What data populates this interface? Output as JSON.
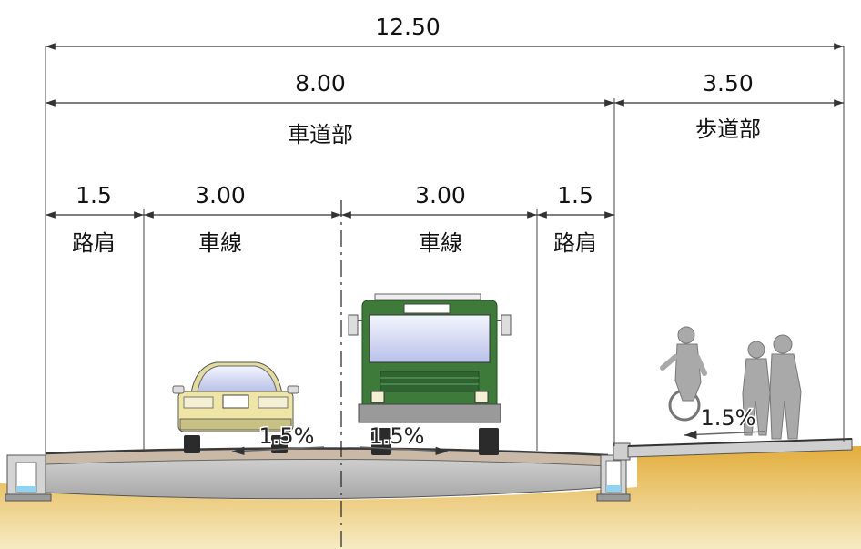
{
  "dimensions": {
    "total": "12.50",
    "carriageway": "8.00",
    "sidewalk": "3.50",
    "shoulder_left": "1.5",
    "lane_left": "3.00",
    "lane_right": "3.00",
    "shoulder_right": "1.5"
  },
  "labels": {
    "carriageway": "車道部",
    "sidewalk": "歩道部",
    "shoulder_left": "路肩",
    "lane_left": "車線",
    "lane_right": "車線",
    "shoulder_right": "路肩"
  },
  "slopes": {
    "left_lane": "1.5%",
    "right_lane": "1.5%",
    "sidewalk": "1.5%"
  },
  "colors": {
    "ground": "#e9b94a",
    "pavement": "#b9b9b9",
    "truck": "#3e7a3a",
    "car": "#efe6a6",
    "pedestrian": "#a9a9a9"
  }
}
